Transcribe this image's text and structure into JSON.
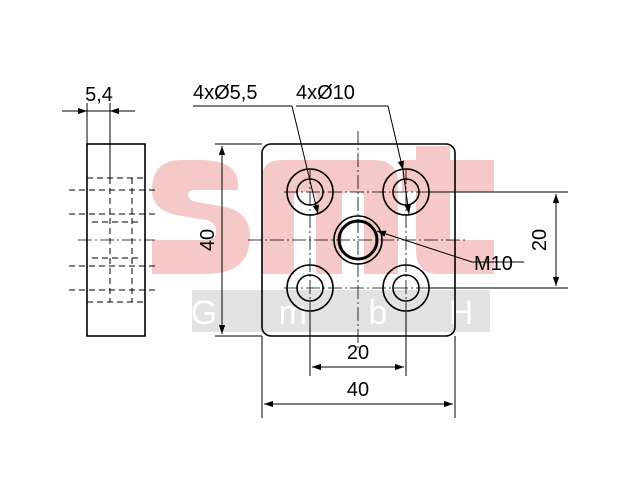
{
  "drawing": {
    "watermark": {
      "logo": "smt",
      "subtitle": "G m b H",
      "logo_color": "#f6c9c9",
      "band_color": "#e2e2e2"
    },
    "dimensions": {
      "side_thickness": "5,4",
      "holes_small": "4xØ5,5",
      "holes_large": "4xØ10",
      "thread": "M10",
      "height_total": "40",
      "hole_pitch_vertical": "20",
      "hole_pitch_horizontal": "20",
      "width_total": "40"
    }
  }
}
